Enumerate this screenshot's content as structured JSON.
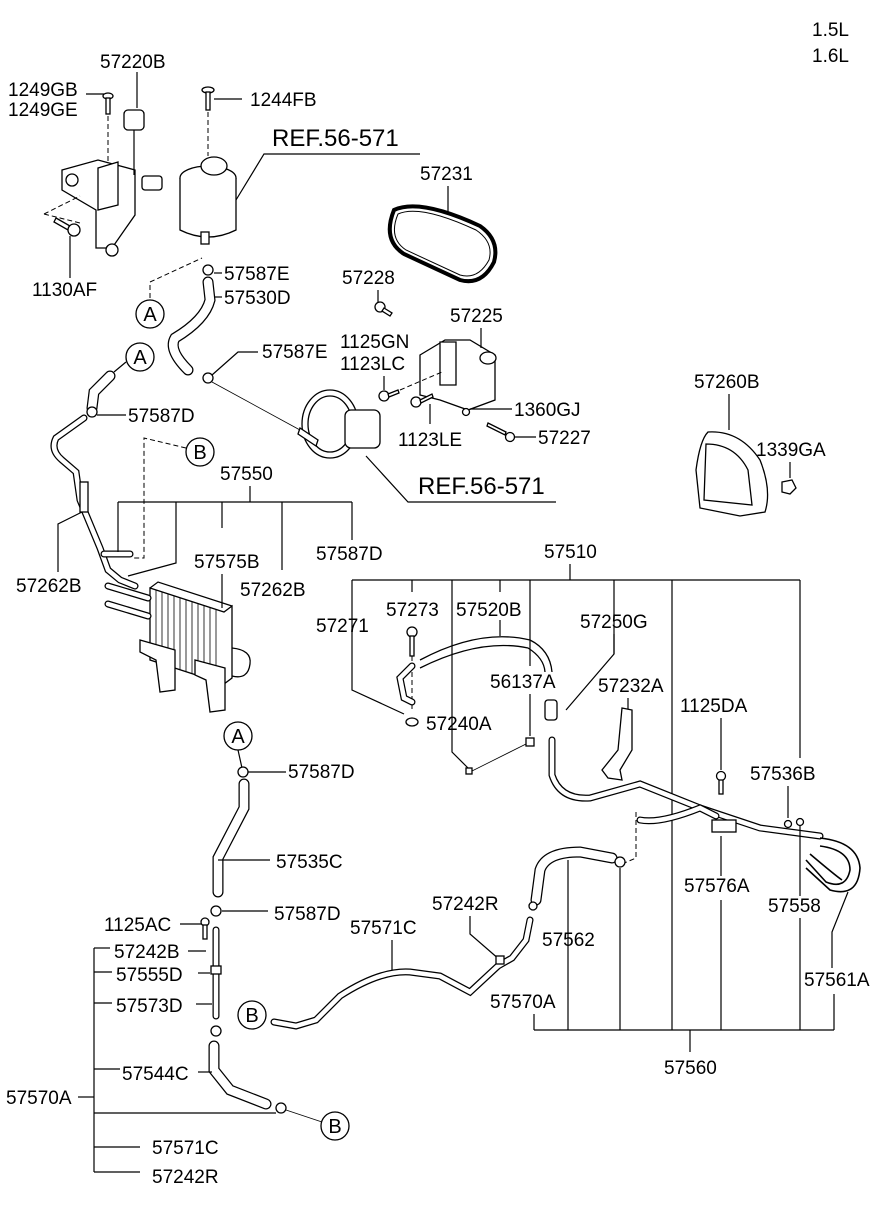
{
  "engine_variants": [
    "1.5L",
    "1.6L"
  ],
  "connectors": {
    "a": "A",
    "b": "B"
  },
  "labels": {
    "p57220B": "57220B",
    "p1249GB": "1249GB",
    "p1249GE": "1249GE",
    "p1244FB": "1244FB",
    "ref_reservoir": "REF.56-571",
    "p1130AF": "1130AF",
    "p57587E_top": "57587E",
    "p57530D": "57530D",
    "p57231": "57231",
    "p57228": "57228",
    "p57225": "57225",
    "p57587E_mid": "57587E",
    "p1125GN": "1125GN",
    "p1123LC": "1123LC",
    "p1360GJ": "1360GJ",
    "p1123LE": "1123LE",
    "p57227": "57227",
    "ref_pump": "REF.56-571",
    "p57260B": "57260B",
    "p1339GA": "1339GA",
    "p57587D_top": "57587D",
    "p57550": "57550",
    "p57262B_left": "57262B",
    "p57575B": "57575B",
    "p57262B_right": "57262B",
    "p57587D_cooler": "57587D",
    "p57510": "57510",
    "p57273": "57273",
    "p57520B": "57520B",
    "p57250G": "57250G",
    "p57271": "57271",
    "p56137A": "56137A",
    "p57232A": "57232A",
    "p57240A": "57240A",
    "p1125DA": "1125DA",
    "p57536B": "57536B",
    "p57587D_a": "57587D",
    "p57535C": "57535C",
    "p57576A": "57576A",
    "p57558": "57558",
    "p57587D_low": "57587D",
    "p1125AC": "1125AC",
    "p57242R_mid": "57242R",
    "p57571C_mid": "57571C",
    "p57562": "57562",
    "p57242B": "57242B",
    "p57555D": "57555D",
    "p57573D": "57573D",
    "p57561A": "57561A",
    "p57570A_right": "57570A",
    "p57544C": "57544C",
    "p57560": "57560",
    "p57570A_left": "57570A",
    "p57571C_low": "57571C",
    "p57242R_low": "57242R"
  }
}
